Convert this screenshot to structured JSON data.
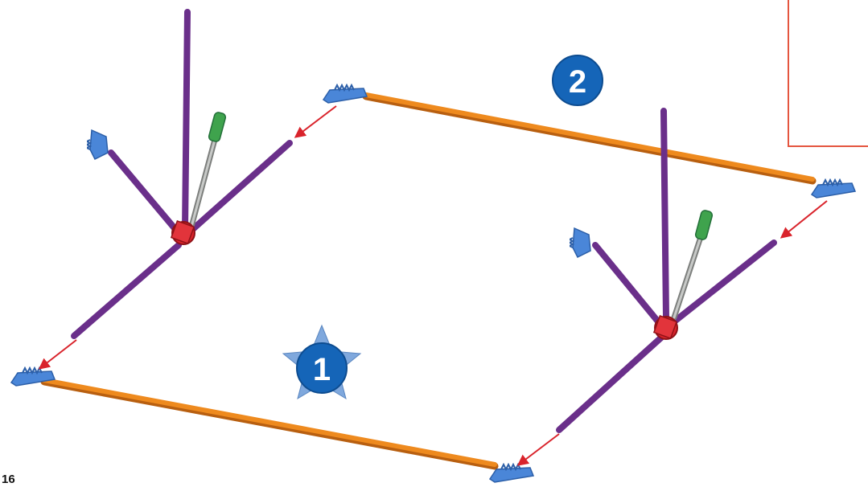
{
  "page_number": "16",
  "steps": [
    {
      "number": "1",
      "style": "star-badge"
    },
    {
      "number": "2",
      "style": "badge"
    }
  ],
  "colors": {
    "rod_orange": "#ee8a1e",
    "rod_purple": "#6a2f8a",
    "rod_grey": "#a8aaa8",
    "connector_red": "#d9232b",
    "connector_blue": "#4a86d8",
    "rod_cap_green": "#3fa34d",
    "arrow_red": "#d9232b",
    "badge_blue": "#1565b8",
    "star_lightblue": "#7fa8dd",
    "callout_border": "#e4553f"
  },
  "icons": [
    "orange-rod",
    "purple-rod",
    "grey-rod",
    "red-connector",
    "blue-connector",
    "green-rod-cap",
    "insertion-arrow",
    "step-badge",
    "step-star"
  ]
}
